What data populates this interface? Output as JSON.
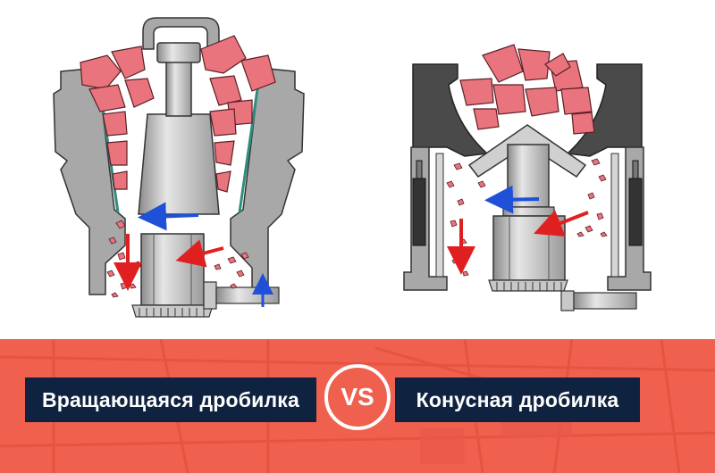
{
  "labels": {
    "gyratory": "Вращающаяся дробилка",
    "cone": "Конусная дробилка",
    "vs": "VS"
  },
  "colors": {
    "rock": "#e9747e",
    "rock_outline": "#5b1f24",
    "shell_gray": "#a8a8a8",
    "shell_dark": "#4a4a4a",
    "shaft": "#c8c8c8",
    "liner": "#2d8d7e",
    "arrow_red": "#e02020",
    "arrow_blue": "#1e50d8",
    "banner": "#f0604e",
    "label_bg": "#0f2340",
    "label_text": "#ffffff"
  }
}
